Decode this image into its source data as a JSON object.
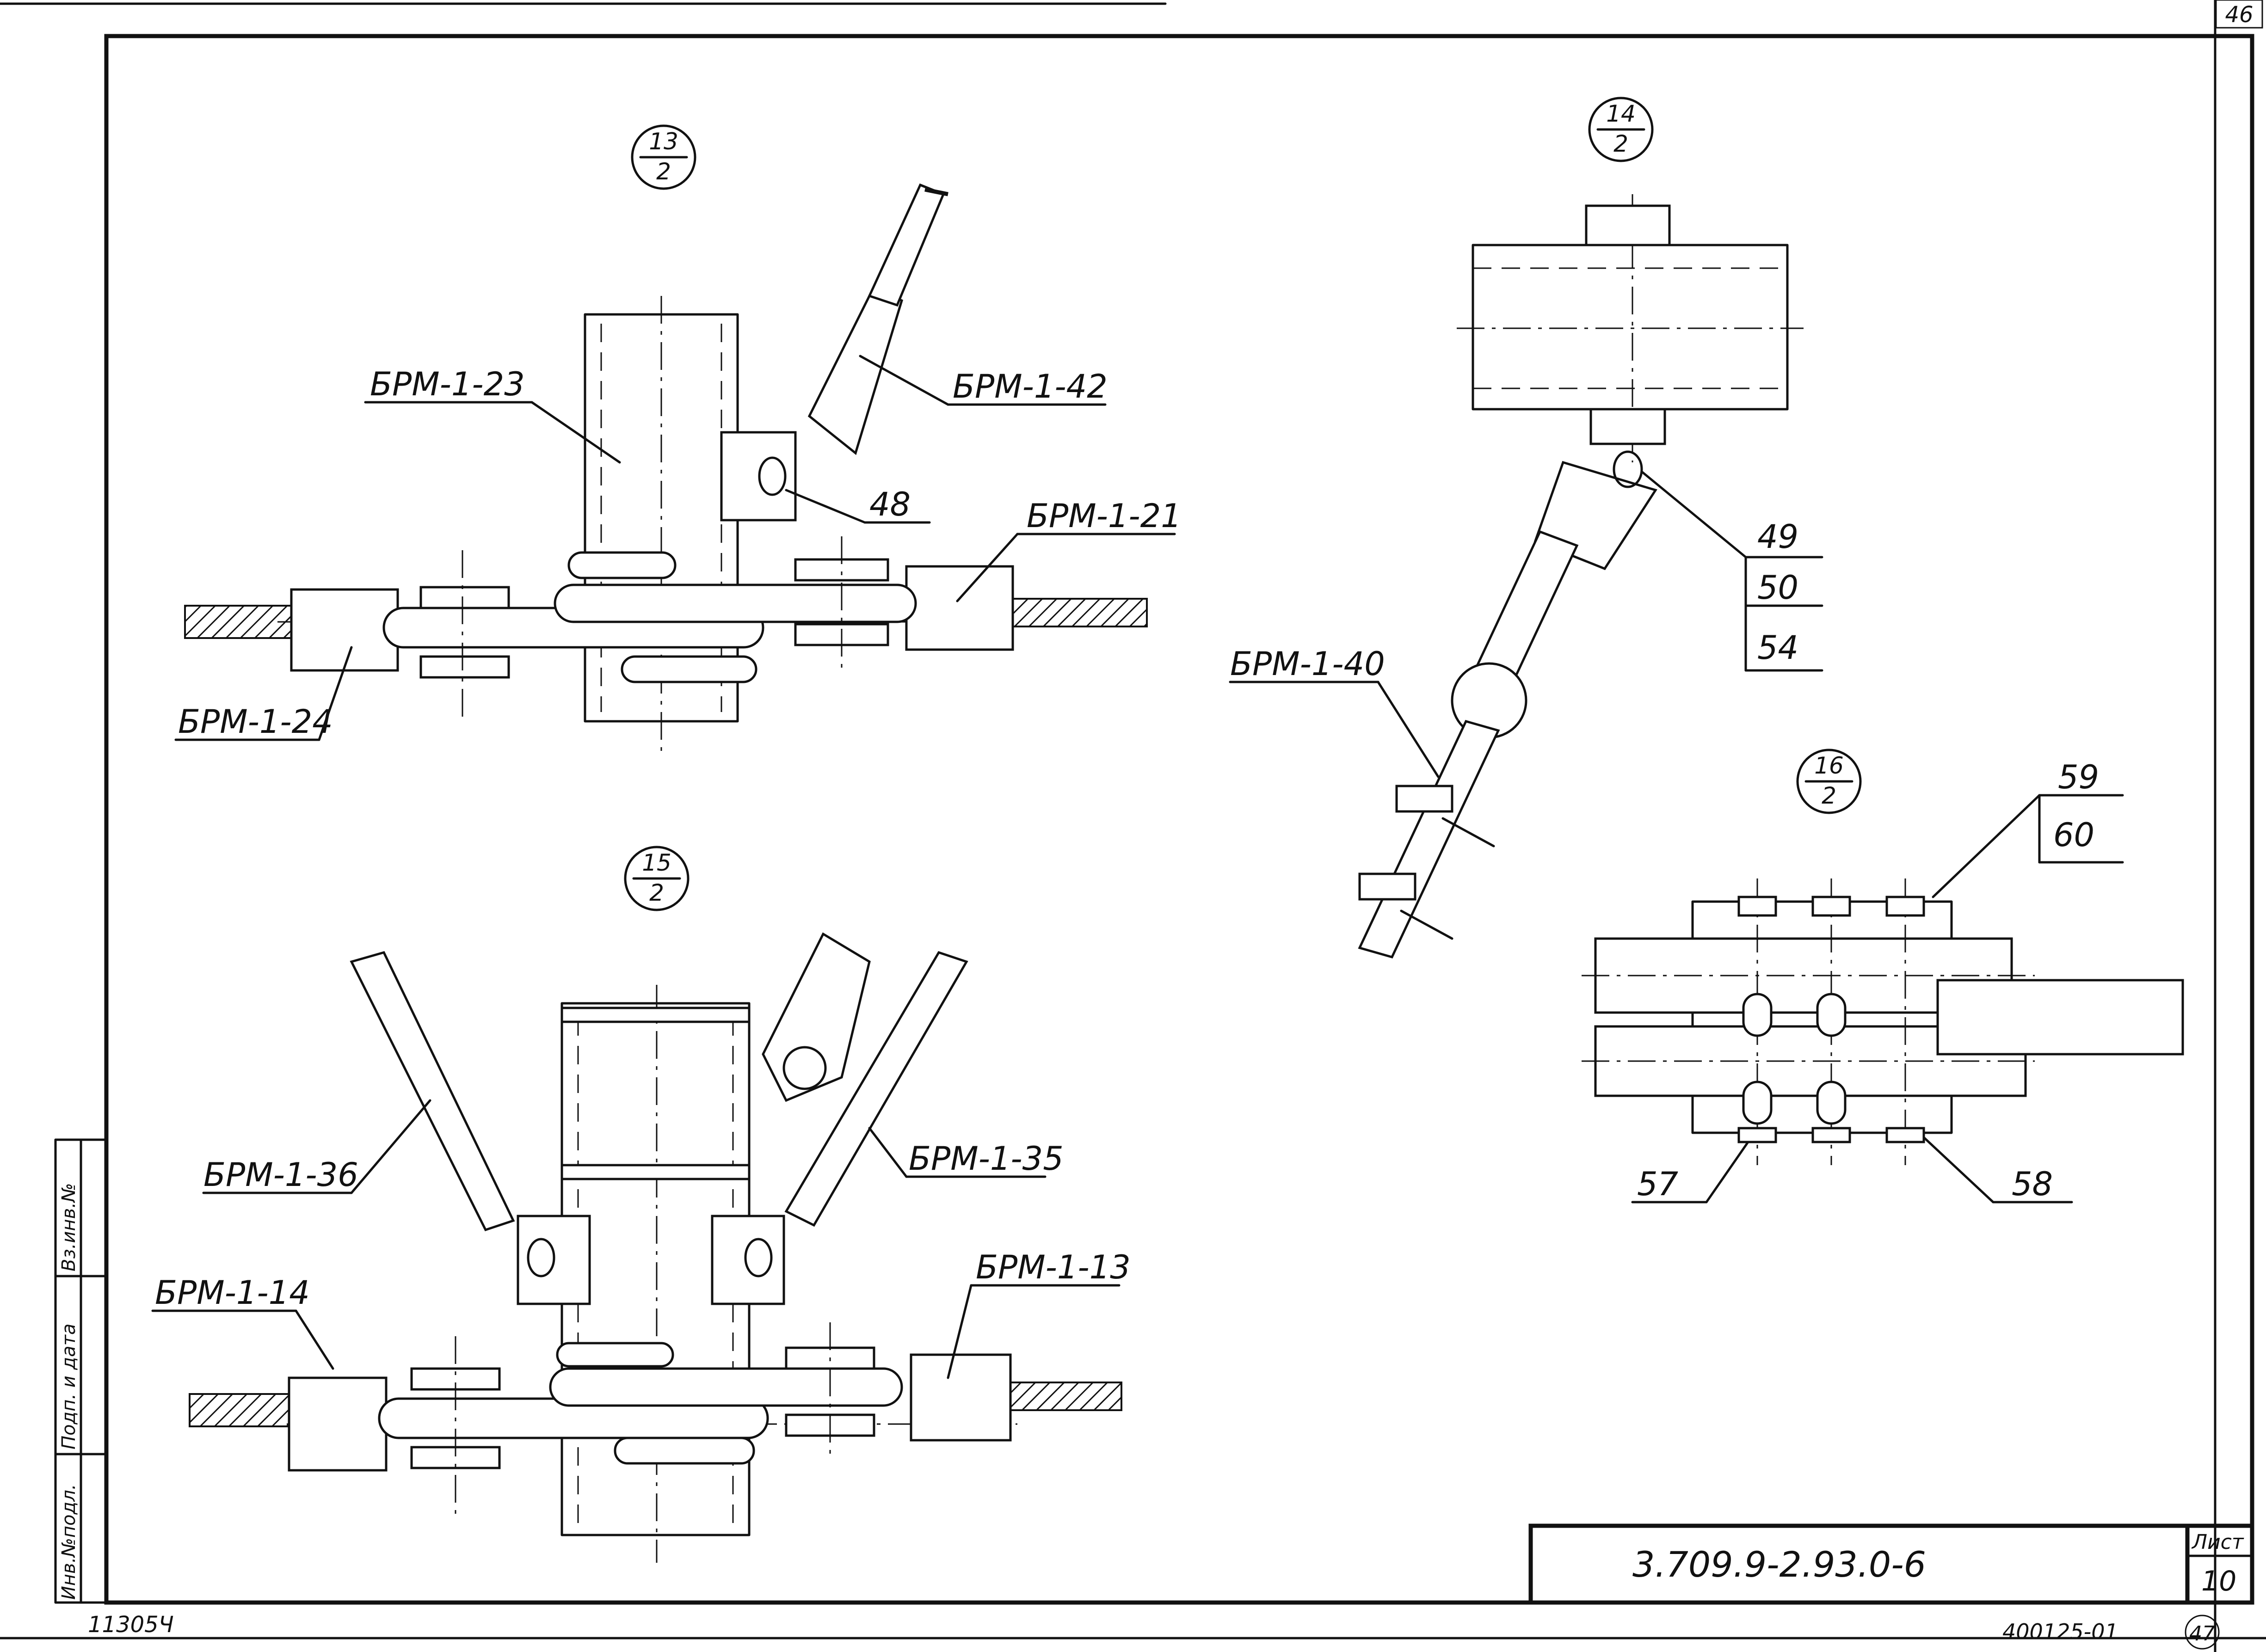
{
  "sheet": {
    "corner_top": "46",
    "corner_bottom": "47",
    "inventory_no": "11305Ч",
    "order_no": "400125-01"
  },
  "side_stamp": {
    "cells": [
      "Инв.№подл.",
      "Подп. и дата",
      "Вз.инв.№"
    ]
  },
  "title_block": {
    "designation": "3.709.9-2.93.0-6",
    "sheet_label": "Лист",
    "sheet_number": "10"
  },
  "nodes": {
    "n13": {
      "num": "13",
      "den": "2",
      "labels": [
        "БРМ-1-23",
        "БРМ-1-42",
        "48",
        "БРМ-1-21",
        "БРМ-1-24"
      ]
    },
    "n14": {
      "num": "14",
      "den": "2",
      "labels": [
        "49",
        "50",
        "54",
        "БРМ-1-40"
      ]
    },
    "n15": {
      "num": "15",
      "den": "2",
      "labels": [
        "БРМ-1-36",
        "БРМ-1-35",
        "БРМ-1-14",
        "БРМ-1-13"
      ]
    },
    "n16": {
      "num": "16",
      "den": "2",
      "labels": [
        "59",
        "60",
        "57",
        "58"
      ]
    }
  }
}
